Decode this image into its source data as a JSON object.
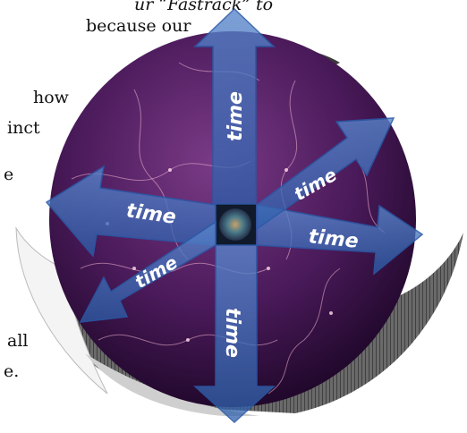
{
  "background_text": [
    {
      "id": "line1",
      "text": "ur “Fastrack” to",
      "italic": true
    },
    {
      "id": "line2",
      "text": "because our",
      "italic": false
    },
    {
      "id": "line3",
      "text": "how",
      "italic": false
    },
    {
      "id": "line4",
      "text": "inct",
      "italic": false
    },
    {
      "id": "line5",
      "text": "e",
      "italic": false
    },
    {
      "id": "line6",
      "text": "all",
      "italic": false
    },
    {
      "id": "line7",
      "text": "e.",
      "italic": false
    }
  ],
  "arrows": {
    "up": "time",
    "down": "time",
    "left": "time",
    "right": "time",
    "upper_right": "time",
    "lower_left": "time"
  },
  "colors": {
    "arrow_fill": "#3f6fb8",
    "arrow_stroke": "#2a5aa8",
    "sphere_dark": "#2a0a38",
    "sphere_mid": "#6a2a7a",
    "filament": "#f0b5d0",
    "shell_gray": "#5a5a5a",
    "shell_white": "#f2f2f2"
  }
}
